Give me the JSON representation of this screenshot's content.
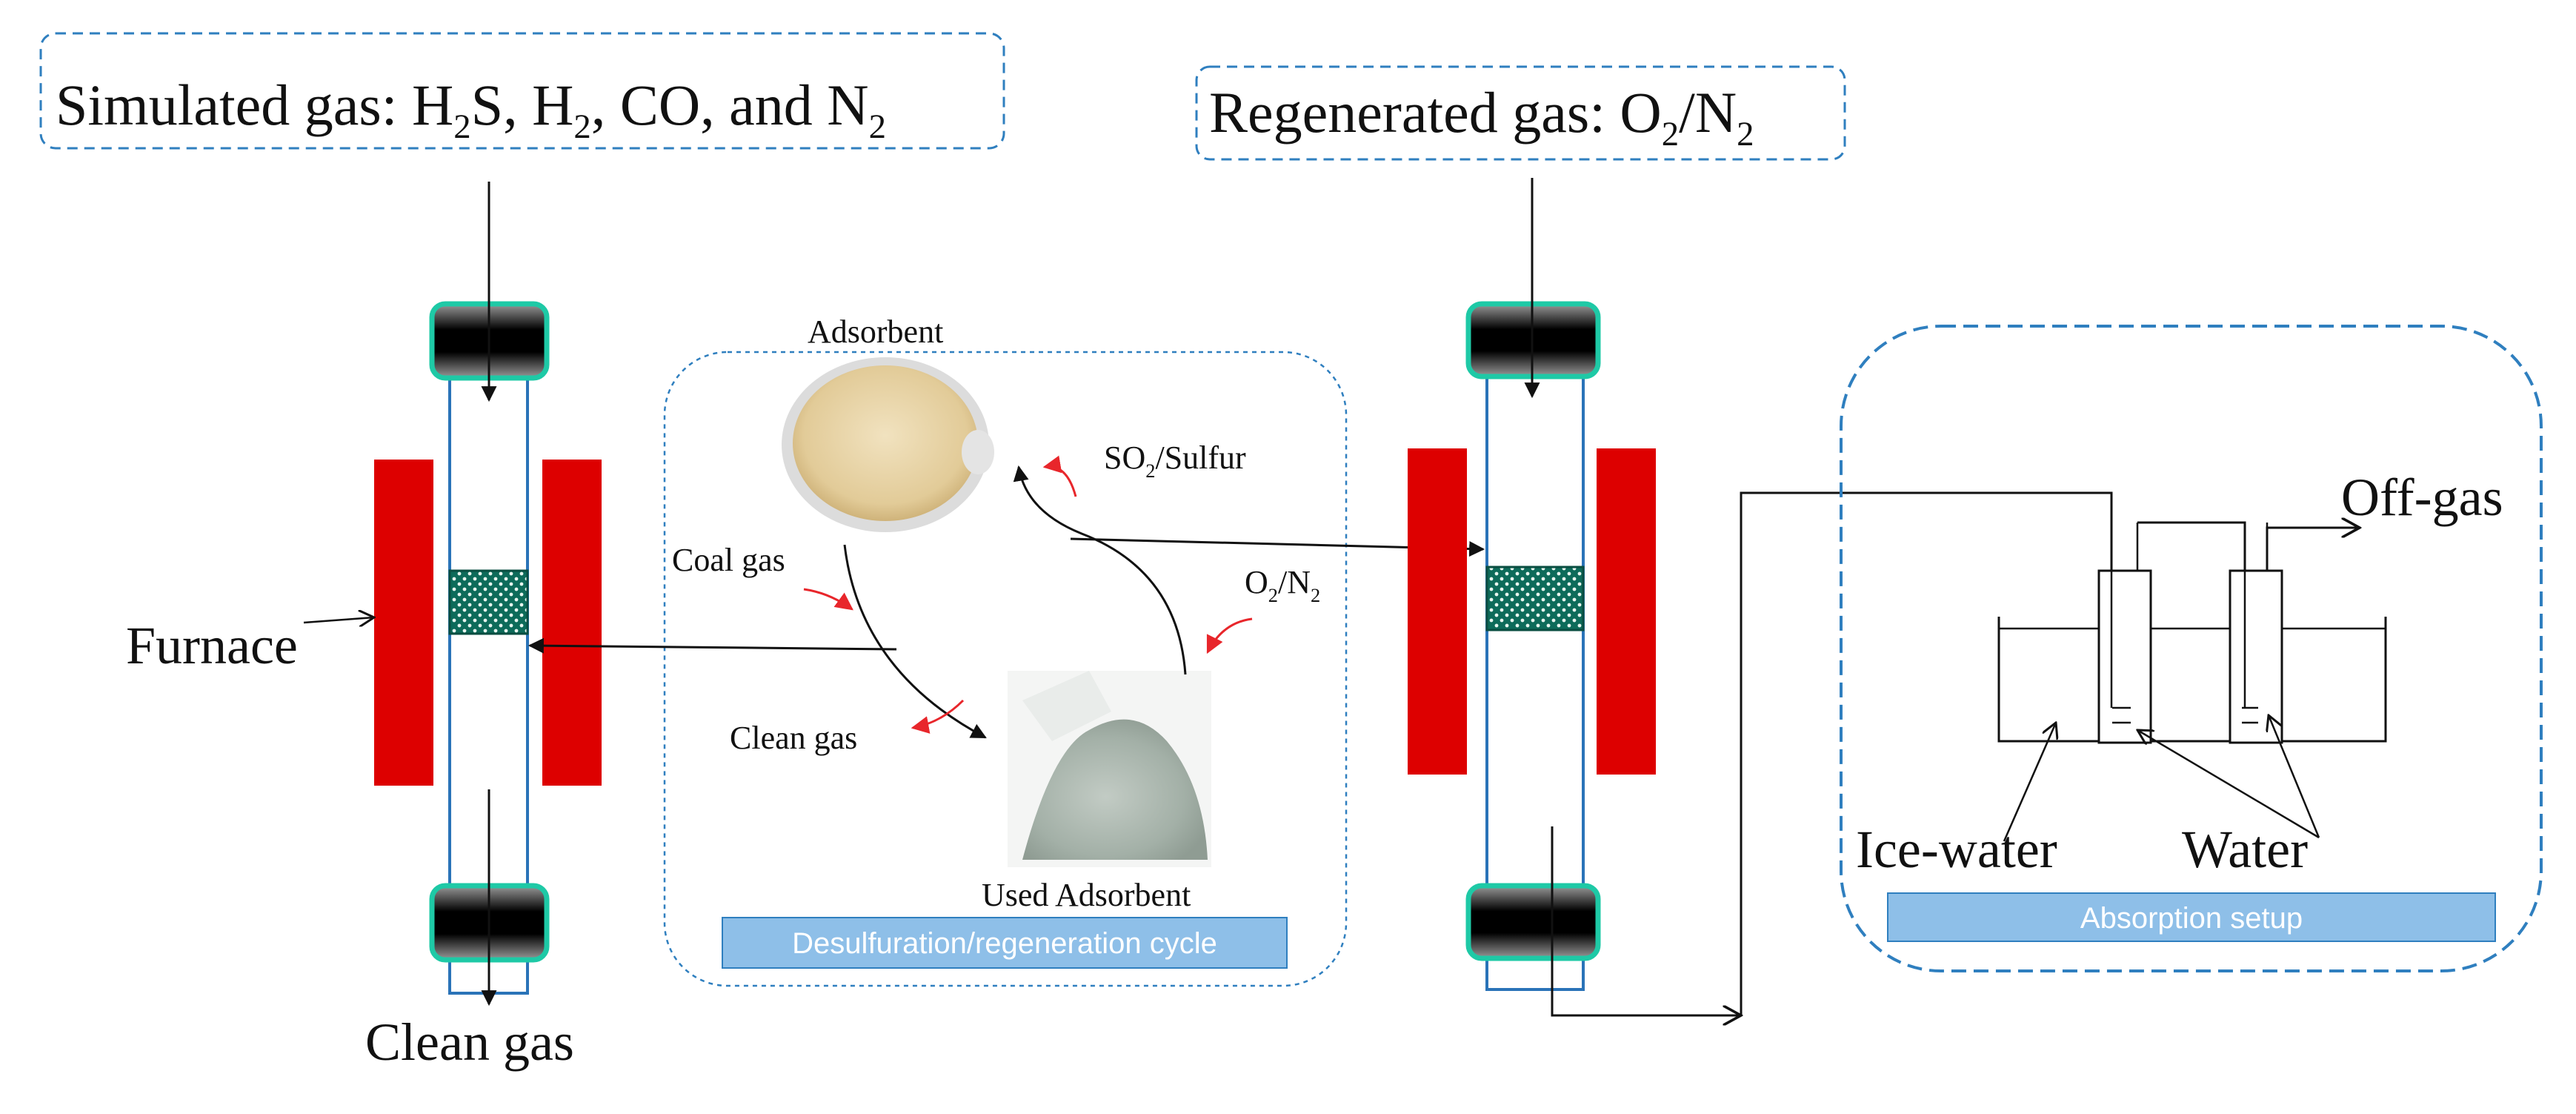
{
  "colors": {
    "furnace": "#dd0000",
    "connector_rim": "#1ec9a6",
    "tube": "#2a73b8",
    "dashed_border": "#2f7fbf",
    "banner_fill": "#8ebfe8",
    "banner_stroke": "#2f7fbf",
    "bed": "#0d6b5a",
    "red_arrow": "#e8262b",
    "adsorbent_fresh": "#e9d7b0",
    "adsorbent_used": "#a9b5ad"
  },
  "labels": {
    "simulated_gas": {
      "main": "Simulated gas: H",
      "s1": "2",
      "m2": "S, H",
      "s2": "2",
      "m3": ", CO, and N",
      "s3": "2"
    },
    "regenerated_gas": {
      "main": "Regenerated gas: O",
      "s1": "2",
      "m2": "/N",
      "s2": "2"
    },
    "furnace": "Furnace",
    "clean_gas_bottom": "Clean gas",
    "adsorbent": "Adsorbent",
    "used_adsorbent": "Used Adsorbent",
    "coal_gas": "Coal gas",
    "clean_gas_cycle": "Clean gas",
    "so2_sulfur": {
      "pre": "SO",
      "sub": "2",
      "post": "/Sulfur"
    },
    "o2_n2": {
      "pre": "O",
      "sub": "2",
      "mid": "/N",
      "sub2": "2"
    },
    "off_gas": "Off-gas",
    "ice_water": "Ice-water",
    "water": "Water",
    "cycle_banner": "Desulfuration/regeneration cycle",
    "absorption_banner": "Absorption setup"
  }
}
